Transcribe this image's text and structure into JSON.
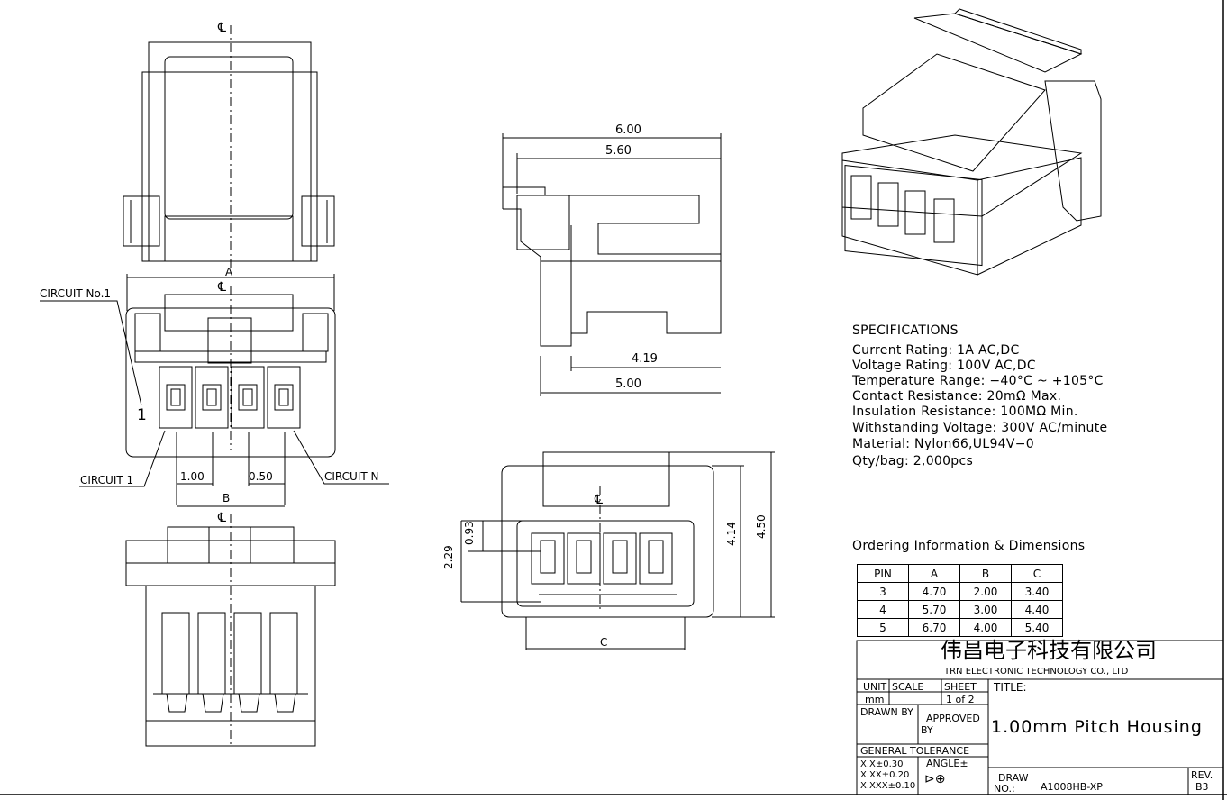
{
  "views": {
    "centerline_symbol": "℄",
    "dim_A": "A",
    "dim_B": "B",
    "dim_C": "C",
    "circuit_no1": "CIRCUIT No.1",
    "circuit_1": "CIRCUIT 1",
    "circuit_n": "CIRCUIT N",
    "pin_number_1": "1",
    "dim_pitch": "1.00",
    "dim_half": "0.50",
    "dim_600": "6.00",
    "dim_560": "5.60",
    "dim_419": "4.19",
    "dim_500": "5.00",
    "dim_093": "0.93",
    "dim_229": "2.29",
    "dim_414": "4.14",
    "dim_450": "4.50"
  },
  "specifications": {
    "heading": "SPECIFICATIONS",
    "lines": [
      "Current Rating: 1A AC,DC",
      "Voltage Rating: 100V AC,DC",
      "Temperature Range: −40°C ~ +105°C",
      "Contact Resistance: 20mΩ Max.",
      "Insulation Resistance: 100MΩ Min.",
      "Withstanding Voltage: 300V AC/minute",
      "Material: Nylon66,UL94V−0",
      "Qty/bag: 2,000pcs"
    ]
  },
  "ordering": {
    "heading": "Ordering Information & Dimensions",
    "columns": [
      "PIN",
      "A",
      "B",
      "C"
    ],
    "rows": [
      [
        "3",
        "4.70",
        "2.00",
        "3.40"
      ],
      [
        "4",
        "5.70",
        "3.00",
        "4.40"
      ],
      [
        "5",
        "6.70",
        "4.00",
        "5.40"
      ]
    ]
  },
  "title_block": {
    "company_cn": "伟昌电子科技有限公司",
    "company_en": "TRN ELECTRONIC TECHNOLOGY CO., LTD",
    "unit_label": "UNIT",
    "scale_label": "SCALE",
    "sheet_label": "SHEET",
    "unit_value": "mm",
    "sheet_value": "1 of 2",
    "title_label": "TITLE:",
    "title_value": "1.00mm Pitch Housing",
    "drawn_by": "DRAWN BY",
    "approved": "APPROVED",
    "approved_by": "BY",
    "general_tolerance": "GENERAL TOLERANCE",
    "tol_1": "X.X±0.30",
    "tol_2": "X.XX±0.20",
    "tol_3": "X.XXX±0.10",
    "angle": "ANGLE±",
    "draw_no_label_1": "DRAW",
    "draw_no_label_2": "NO.:",
    "draw_no": "A1008HB-XP",
    "rev_label": "REV.",
    "rev_value": "B3"
  }
}
